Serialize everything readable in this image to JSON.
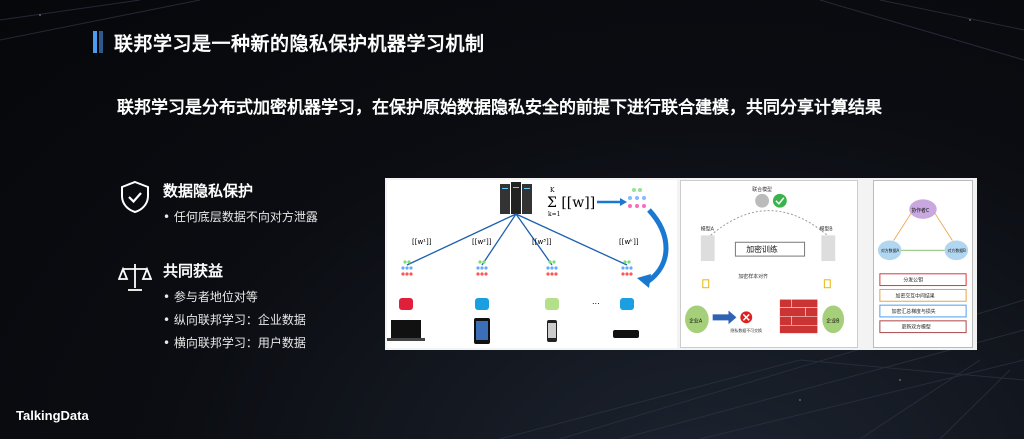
{
  "header": {
    "title": "联邦学习是一种新的隐私保护机器学习机制"
  },
  "subtitle": "联邦学习是分布式加密机器学习，在保护原始数据隐私安全的前提下进行联合建模，共同分享计算结果",
  "features": [
    {
      "icon": "shield-check-icon",
      "title": "数据隐私保护",
      "bullets": [
        "• 任何底层数据不向对方泄露"
      ]
    },
    {
      "icon": "balance-scale-icon",
      "title": "共同获益",
      "bullets": [
        "• 参与者地位对等",
        "• 纵向联邦学习：企业数据",
        "• 横向联邦学习：用户数据"
      ]
    }
  ],
  "figure": {
    "sum_formula": "Σ [[w]]",
    "sum_top": "K",
    "sum_bottom": "k=1",
    "client_labels": [
      "[[w¹]]",
      "[[w²]]",
      "[[w³]]",
      "[[wᵏ]]"
    ],
    "ellipsis": "...",
    "vertical": {
      "top_label": "联合模型",
      "left_label": "模型A",
      "right_label": "模型B",
      "center_label": "加密训练",
      "align_label": "加密样本对齐",
      "note": "隐私数据不可交换",
      "enterprise_a": "企业A",
      "enterprise_b": "企业B"
    },
    "steps": {
      "coordinator": "协作者C",
      "left_db": "对方数据A",
      "right_db": "对方数据B",
      "items": [
        "分发公钥",
        "加密交互中间结果",
        "加密汇总梯度与损失",
        "更新双方模型"
      ]
    }
  },
  "brand": "TalkingData",
  "colors": {
    "accent": "#4a9cf0",
    "background": "#0b0d12"
  }
}
